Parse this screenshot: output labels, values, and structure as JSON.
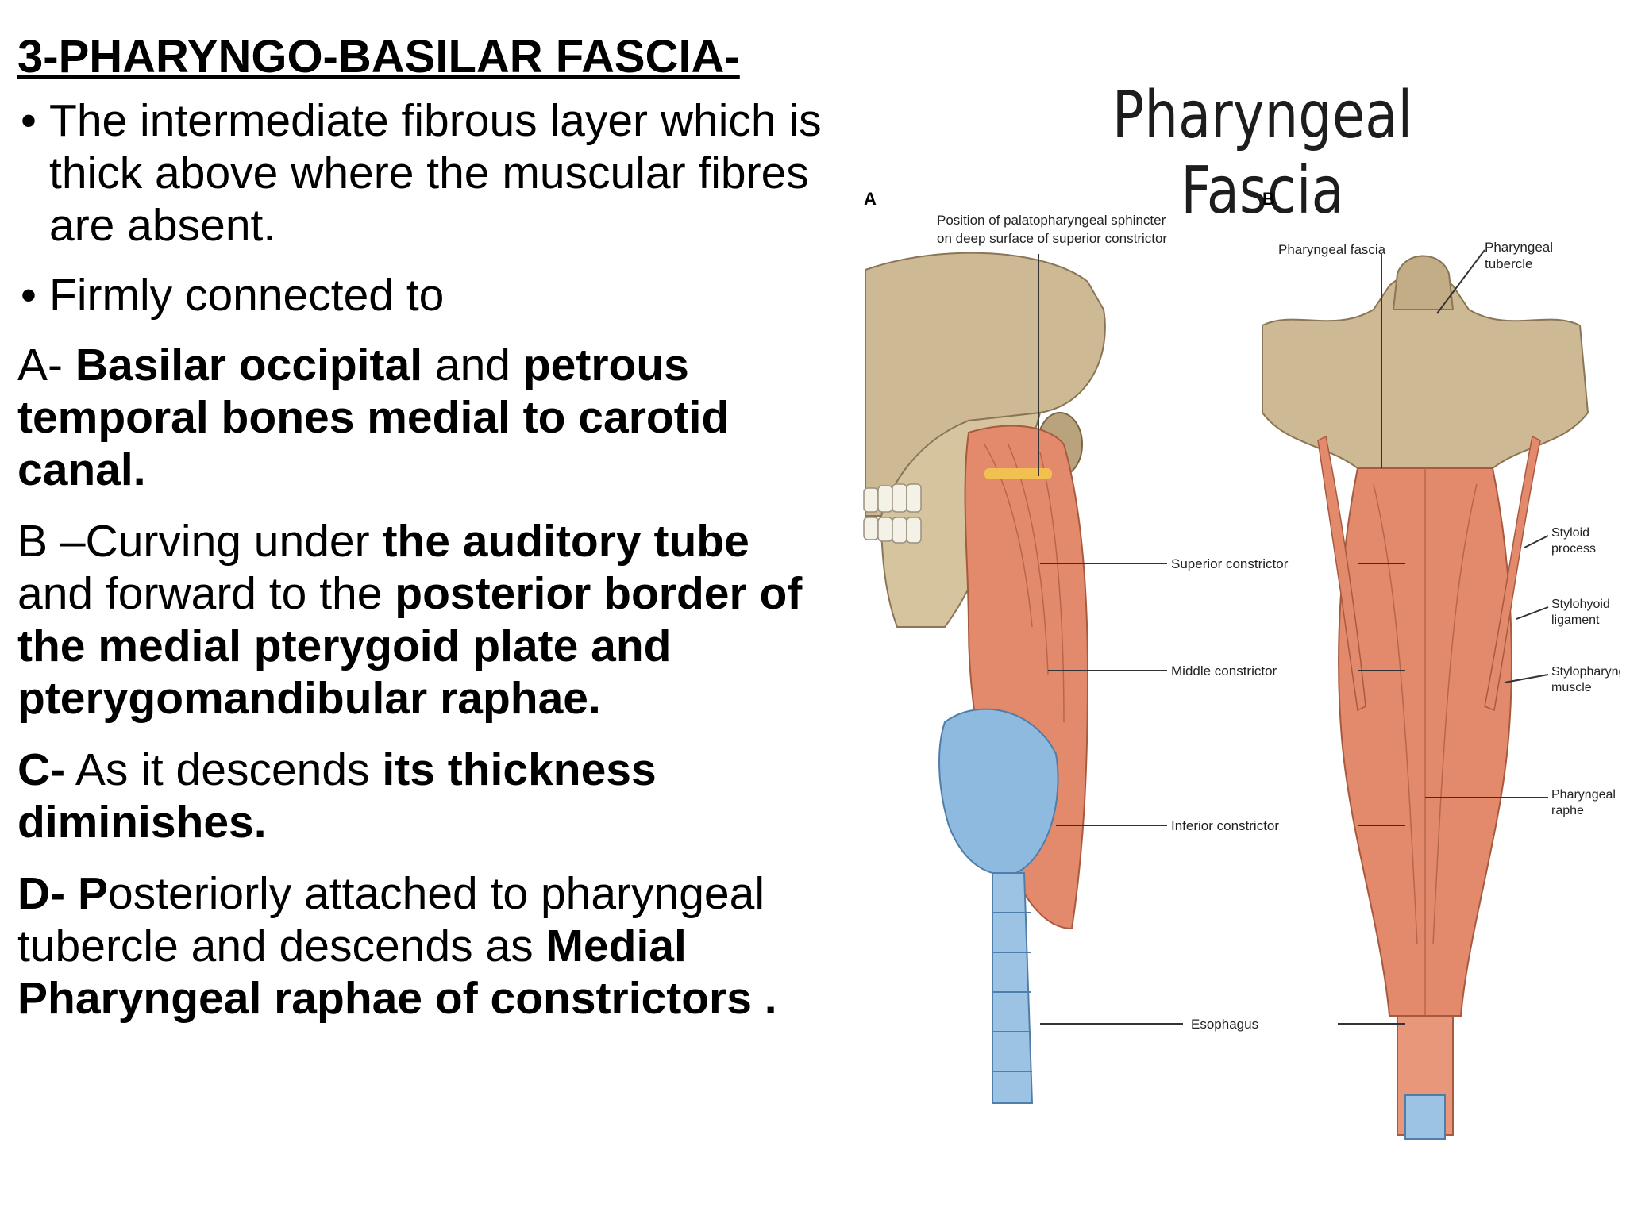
{
  "slide": {
    "title": "3-PHARYNGO-BASILAR FASCIA-",
    "bullet1": "The intermediate fibrous layer which is thick above where the muscular fibres are absent.",
    "bullet2": "Firmly connected to",
    "a": {
      "t1": "A- ",
      "b1": "Basilar occipital",
      "t2": " and ",
      "b2": "petrous temporal bones medial to carotid canal."
    },
    "b": {
      "t1": "B –Curving under ",
      "b1": "the auditory tube",
      "t2": " and forward to the ",
      "b2": "posterior border of the medial pterygoid plate and pterygomandibular raphae."
    },
    "c": {
      "b1": "C-",
      "t1": " As it descends ",
      "b2": "its thickness diminishes."
    },
    "d": {
      "b1": "D- P",
      "t1": "osteriorly attached to pharyngeal tubercle and descends as ",
      "b2": "Medial Pharyngeal raphae of constrictors ."
    }
  },
  "figure": {
    "title": "Pharyngeal Fascia",
    "panel_a": "A",
    "panel_b": "B",
    "labels": {
      "sphincter_line1": "Position of palatopharyngeal sphincter",
      "sphincter_line2": "on deep surface of superior constrictor",
      "pharyngeal_fascia": "Pharyngeal fascia",
      "tubercle_line1": "Pharyngeal",
      "tubercle_line2": "tubercle",
      "superior": "Superior constrictor",
      "middle": "Middle constrictor",
      "inferior": "Inferior constrictor",
      "esophagus": "Esophagus",
      "styloid_line1": "Styloid",
      "styloid_line2": "process",
      "stylohyoid_line1": "Stylohyoid",
      "stylohyoid_line2": "ligament",
      "stylopharyngeus_line1": "Stylopharyngeus",
      "stylopharyngeus_line2": "muscle",
      "raphe_line1": "Pharyngeal",
      "raphe_line2": "raphe"
    },
    "colors": {
      "bone": "#c9b58f",
      "muscle": "#e07a5c",
      "cartilage": "#8fb8dc",
      "line": "#333333"
    }
  }
}
